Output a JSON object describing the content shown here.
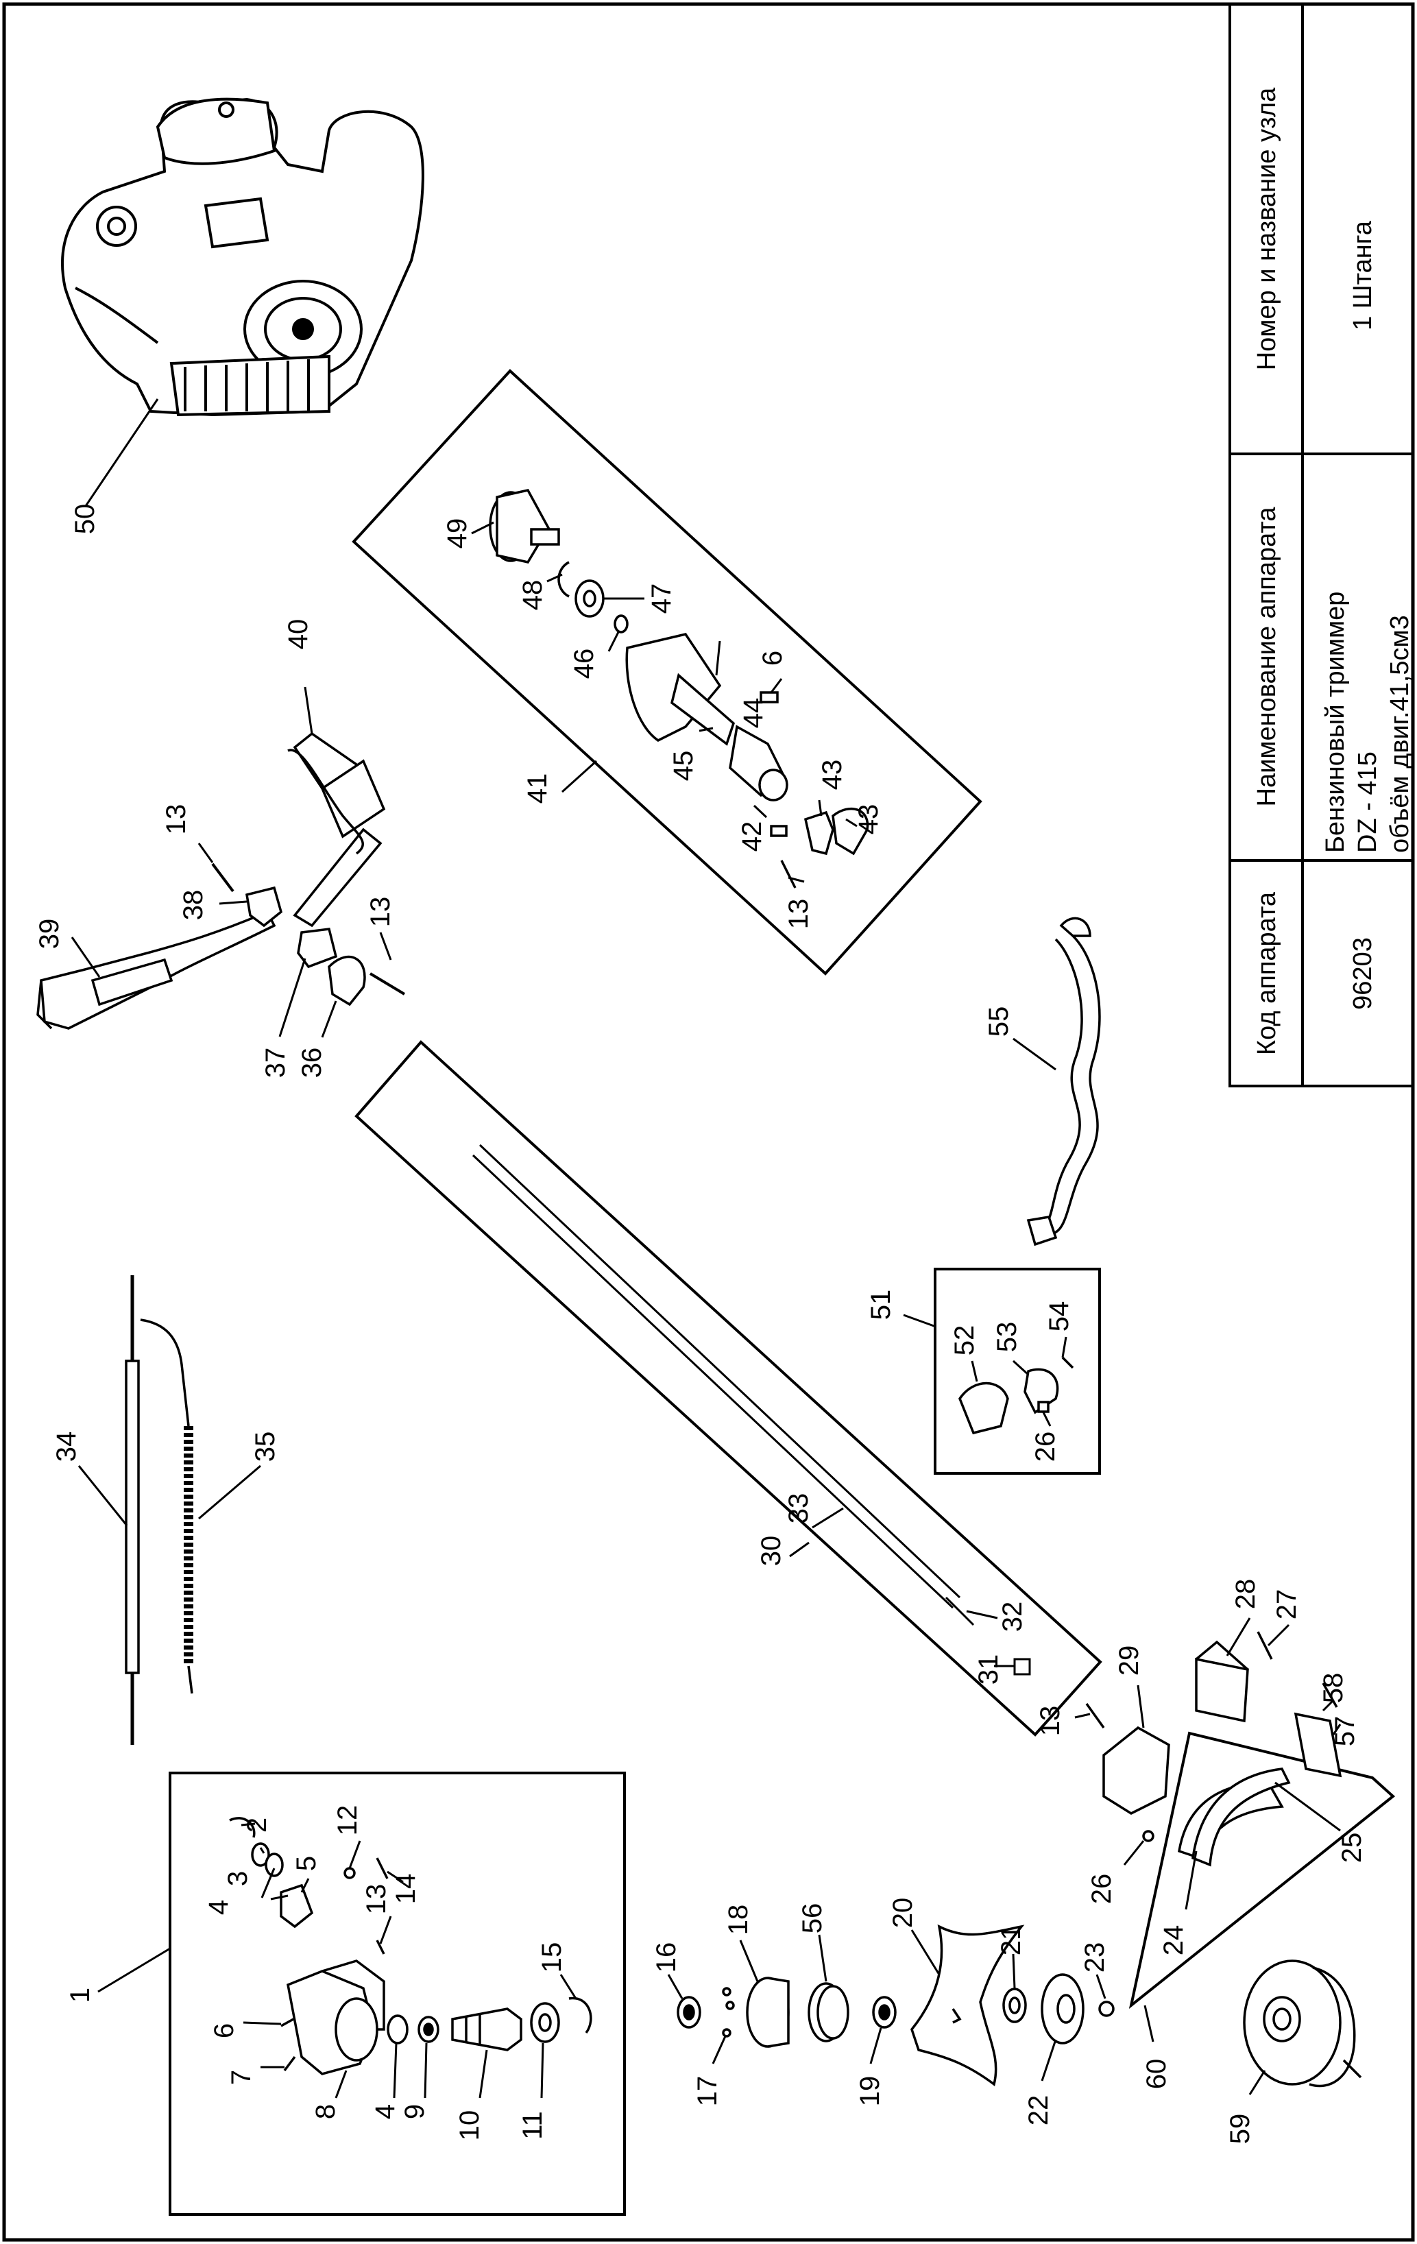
{
  "title_block": {
    "headers": {
      "code": "Код аппарата",
      "device_name": "Наименование аппарата",
      "node": "Номер и название узла"
    },
    "values": {
      "code": "96203",
      "device_name_line1": "Бензиновый триммер",
      "device_name_line2": "DZ - 415",
      "device_name_line3": "объём двиг.41,5см3",
      "node": "1 Штанга"
    }
  },
  "parts": {
    "p1": "1",
    "p2": "2",
    "p3": "3",
    "p4a": "4",
    "p4b": "4",
    "p5": "5",
    "p6a": "6",
    "p6b": "6",
    "p7": "7",
    "p8": "8",
    "p9": "9",
    "p10": "10",
    "p11": "11",
    "p12": "12",
    "p13a": "13",
    "p13b": "13",
    "p13c": "13",
    "p13d": "13",
    "p13e": "13",
    "p14": "14",
    "p15": "15",
    "p16": "16",
    "p17": "17",
    "p18": "18",
    "p19": "19",
    "p20": "20",
    "p21": "21",
    "p22": "22",
    "p23": "23",
    "p24": "24",
    "p25": "25",
    "p26a": "26",
    "p26b": "26",
    "p27": "27",
    "p28": "28",
    "p29": "29",
    "p30": "30",
    "p31": "31",
    "p32": "32",
    "p33": "33",
    "p34": "34",
    "p35": "35",
    "p36": "36",
    "p37": "37",
    "p38": "38",
    "p39": "39",
    "p40": "40",
    "p41": "41",
    "p42": "42",
    "p43a": "43",
    "p43b": "43",
    "p44": "44",
    "p45": "45",
    "p46": "46",
    "p47": "47",
    "p48": "48",
    "p49": "49",
    "p50": "50",
    "p51": "51",
    "p52": "52",
    "p53": "53",
    "p54": "54",
    "p55": "55",
    "p56": "56",
    "p57": "57",
    "p58": "58",
    "p59": "59",
    "p60": "60"
  }
}
